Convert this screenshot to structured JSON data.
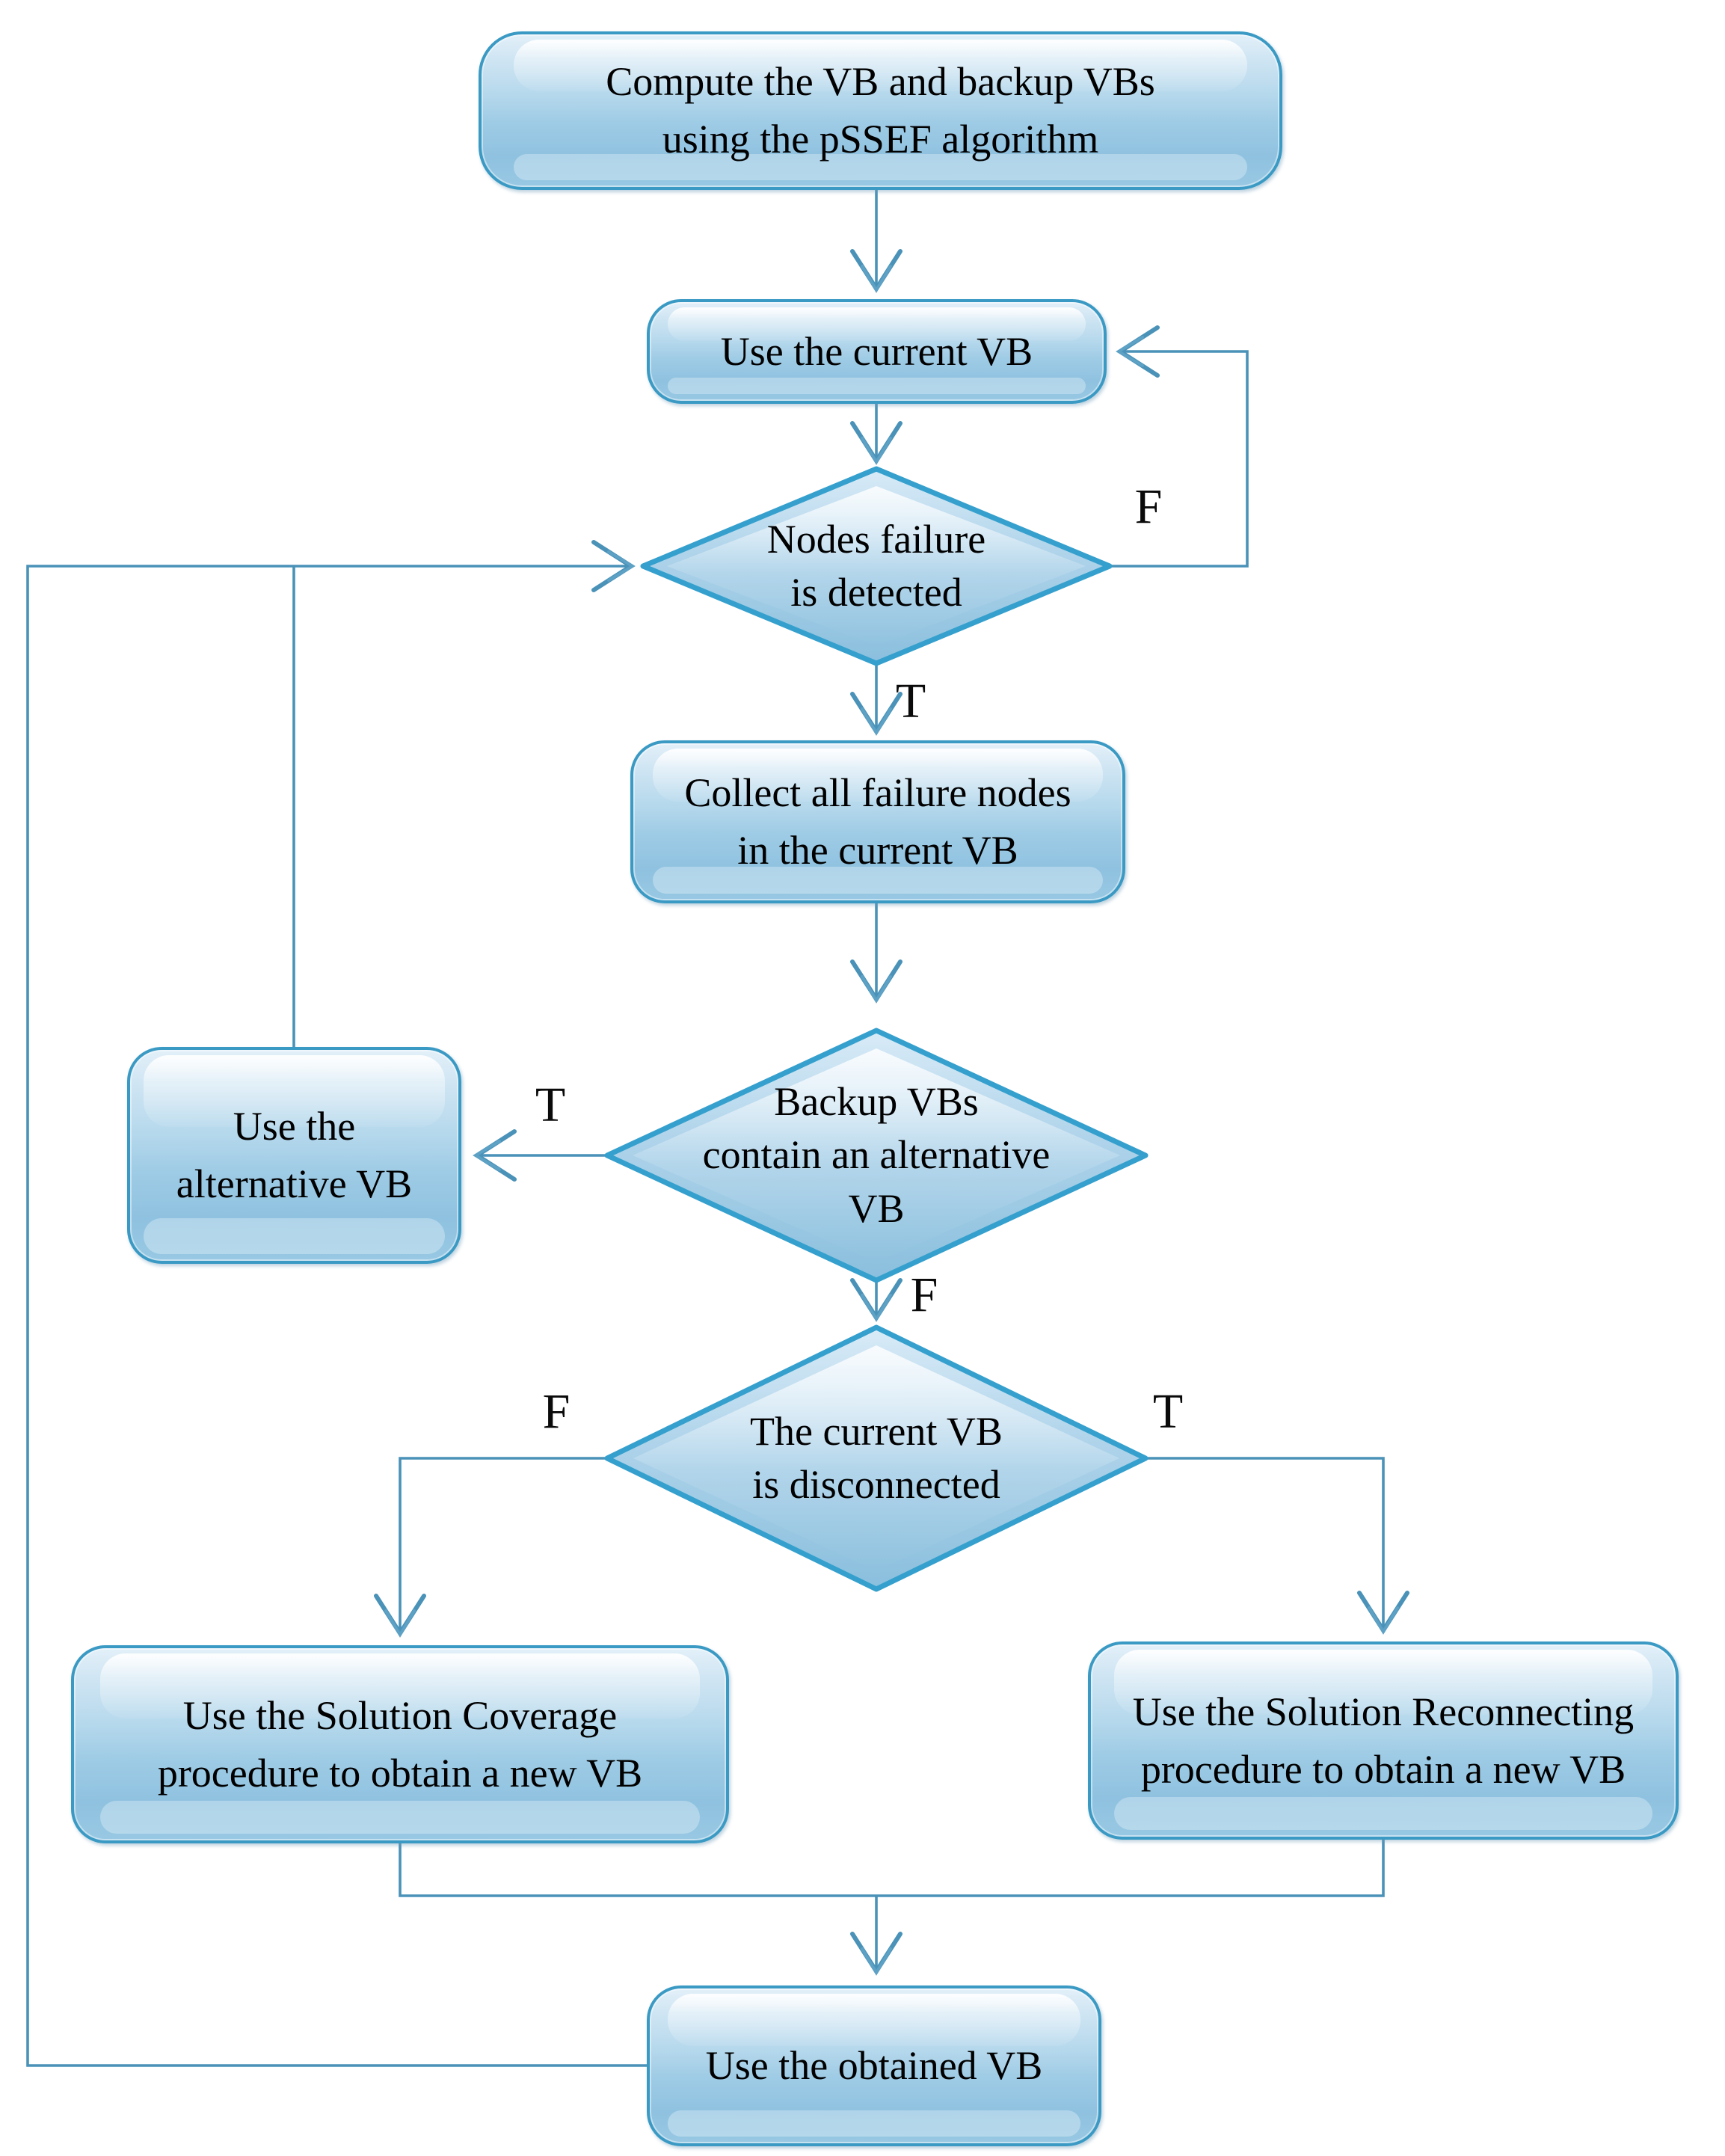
{
  "diagram_type": "flowchart",
  "colors": {
    "shape_border": "#3b9ac4",
    "shape_fill_light": "#e3f0f9",
    "shape_fill_dark": "#8fc2e0",
    "connector_line": "#4a92b8",
    "text": "#000000"
  },
  "nodes": {
    "start": {
      "lines": [
        "Compute the VB and backup VBs",
        "using the pSSEF algorithm"
      ]
    },
    "use_current": {
      "lines": [
        "Use the current VB"
      ]
    },
    "nodes_failure": {
      "lines": [
        "Nodes failure",
        "is detected"
      ]
    },
    "collect": {
      "lines": [
        "Collect all failure nodes",
        "in the current VB"
      ]
    },
    "backup_contains": {
      "lines": [
        "Backup VBs",
        "contain an alternative",
        "VB"
      ]
    },
    "use_alternative": {
      "lines": [
        "Use the",
        "alternative VB"
      ]
    },
    "disconnected": {
      "lines": [
        "The current VB",
        "is disconnected"
      ]
    },
    "solution_coverage": {
      "lines": [
        "Use the Solution Coverage",
        "procedure to obtain a new VB"
      ]
    },
    "solution_reconnecting": {
      "lines": [
        "Use the Solution Reconnecting",
        "procedure to obtain a new VB"
      ]
    },
    "use_obtained": {
      "lines": [
        "Use the obtained VB"
      ]
    }
  },
  "edge_labels": {
    "nodes_failure_false": "F",
    "nodes_failure_true": "T",
    "backup_true": "T",
    "backup_false": "F",
    "disconnected_false": "F",
    "disconnected_true": "T"
  }
}
